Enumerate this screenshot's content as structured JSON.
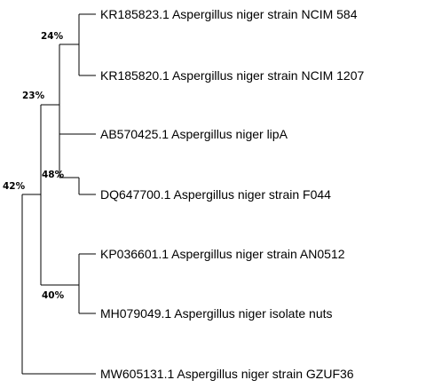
{
  "tree": {
    "leaves": [
      "KR185823.1 Aspergillus niger strain NCIM 584",
      "KR185820.1 Aspergillus niger strain NCIM 1207",
      "AB570425.1 Aspergillus niger lipA",
      "DQ647700.1 Aspergillus niger strain F044",
      "KP036601.1 Aspergillus niger strain AN0512",
      "MH079049.1 Aspergillus niger isolate nuts",
      "MW605131.1 Aspergillus niger strain GZUF36"
    ],
    "support_values": [
      "24%",
      "23%",
      "48%",
      "40%",
      "42%"
    ]
  }
}
